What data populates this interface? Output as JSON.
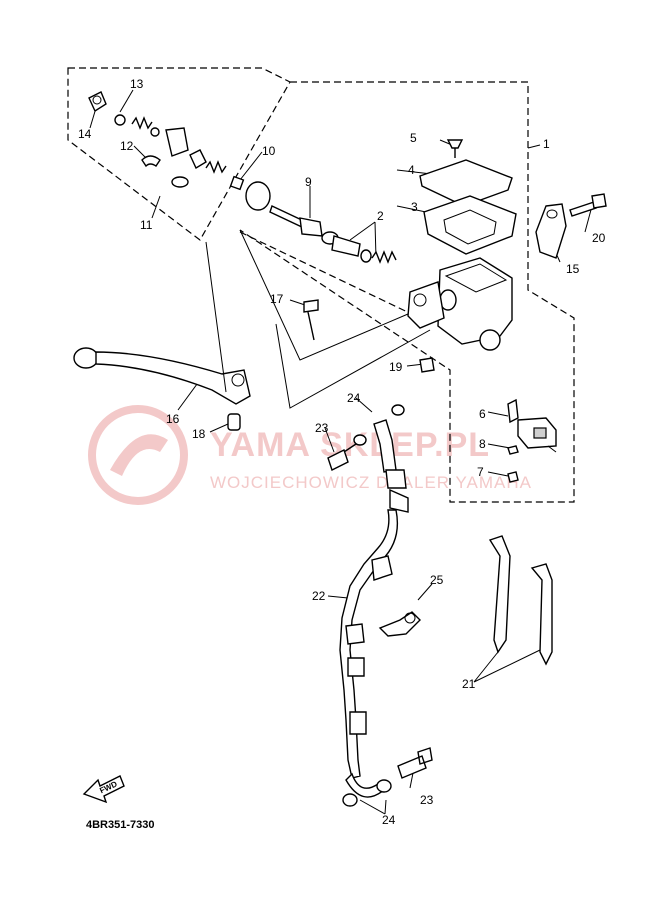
{
  "diagram_code": "4BR351-7330",
  "watermark": {
    "title": "YAMA SKLEP.PL",
    "subtitle": "WOJCIECHOWICZ DEALER YAMAHA"
  },
  "fwd_label": "FWD",
  "callouts": {
    "c1": "1",
    "c2": "2",
    "c3": "3",
    "c4": "4",
    "c5": "5",
    "c6": "6",
    "c7": "7",
    "c8": "8",
    "c9": "9",
    "c10": "10",
    "c11": "11",
    "c12": "12",
    "c13": "13",
    "c14": "14",
    "c15": "15",
    "c16": "16",
    "c17": "17",
    "c18": "18",
    "c19": "19",
    "c20": "20",
    "c21": "21",
    "c22": "22",
    "c23a": "23",
    "c23b": "23",
    "c24a": "24",
    "c24b": "24",
    "c25": "25"
  }
}
